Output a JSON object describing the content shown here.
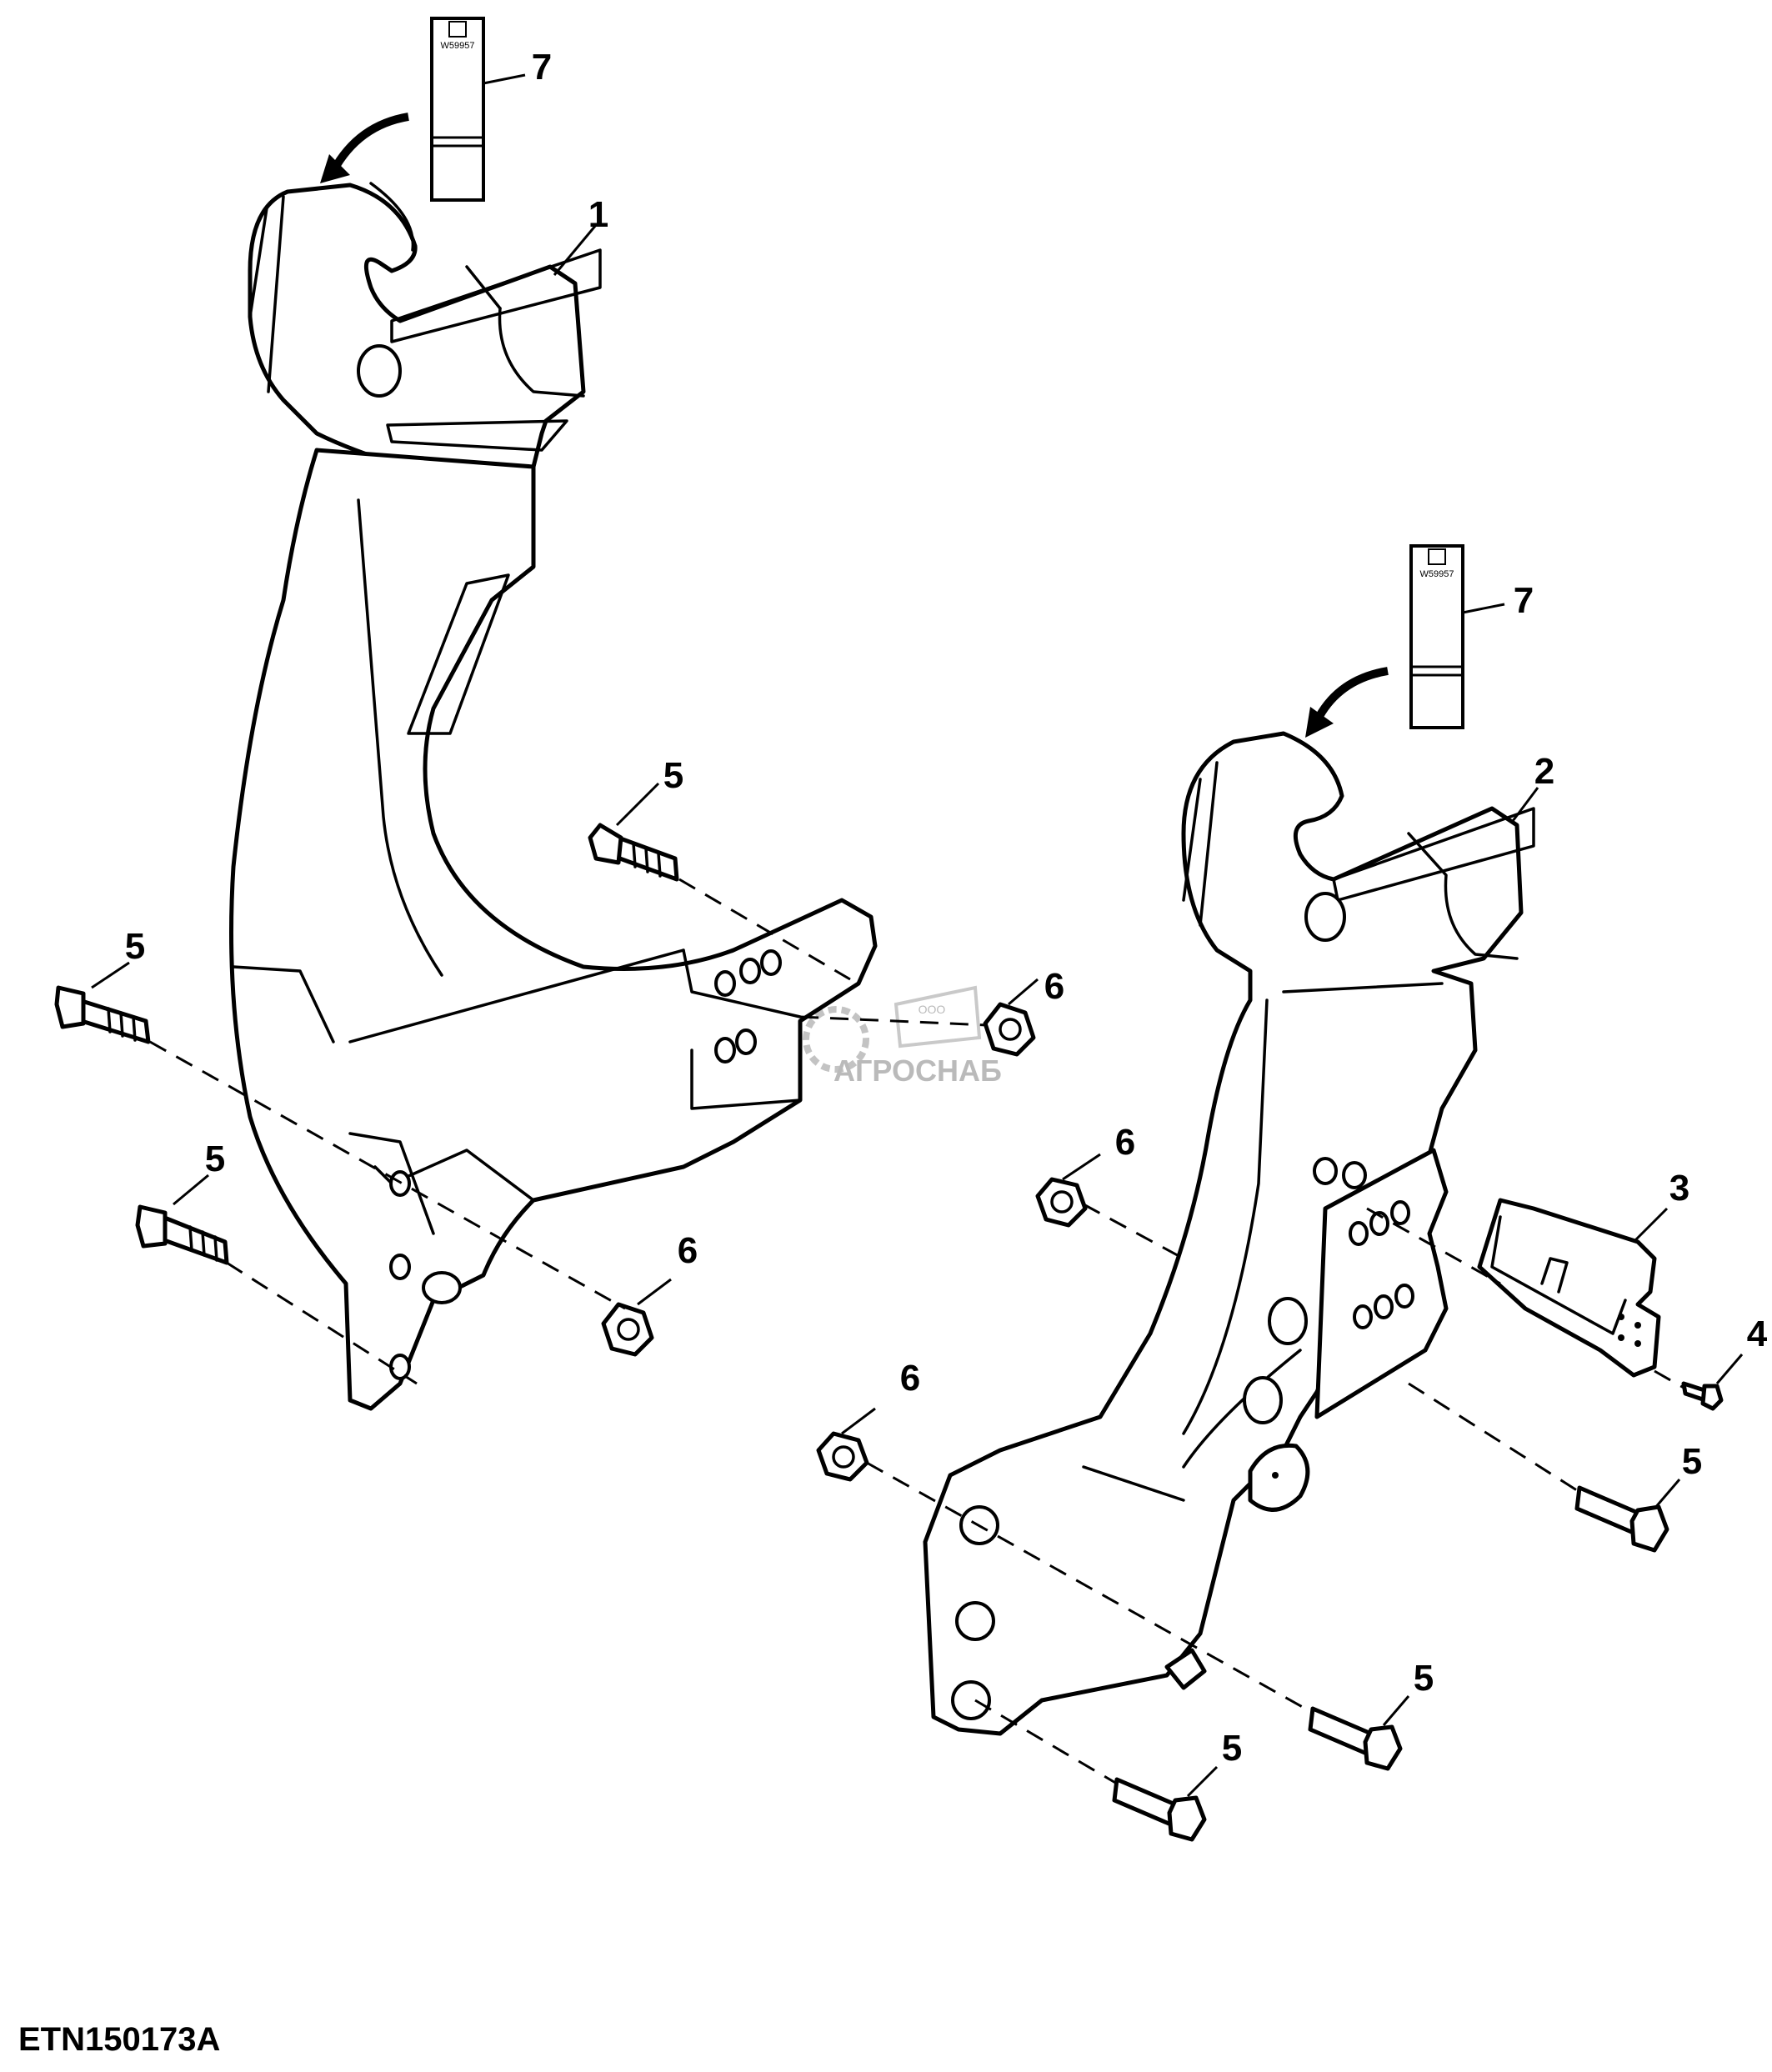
{
  "figure_id": "ETN150173A",
  "decal_code": "W59957",
  "watermark": {
    "prefix": "ООО",
    "brand": "АГРОСНАБ"
  },
  "callouts": {
    "c1": "1",
    "c2": "2",
    "c3": "3",
    "c4": "4",
    "c5a": "5",
    "c5b": "5",
    "c5c": "5",
    "c5d": "5",
    "c5e": "5",
    "c5f": "5",
    "c6a": "6",
    "c6b": "6",
    "c6c": "6",
    "c6d": "6",
    "c7a": "7",
    "c7b": "7"
  }
}
